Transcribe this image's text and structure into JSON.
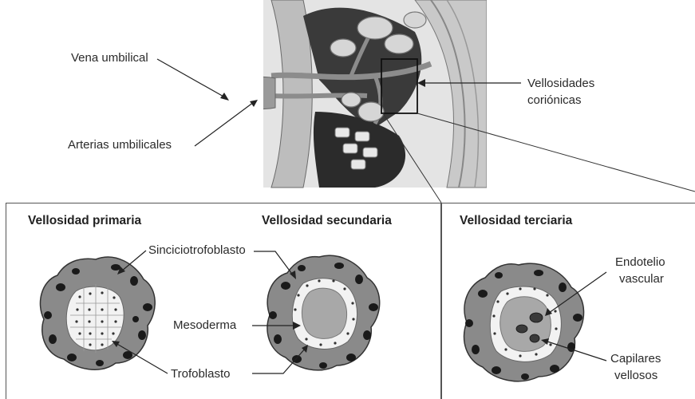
{
  "top_labels": {
    "vena": "Vena umbilical",
    "arterias": "Arterias umbilicales",
    "vellosidades_line1": "Vellosidades",
    "vellosidades_line2": "coriónicas"
  },
  "panels": {
    "primaria": "Vellosidad primaria",
    "secundaria": "Vellosidad secundaria",
    "terciaria": "Vellosidad terciaria"
  },
  "bottom_labels": {
    "sinciciotrofoblasto": "Sinciciotrofoblasto",
    "mesoderma": "Mesoderma",
    "trofoblasto": "Trofoblasto",
    "endotelio_line1": "Endotelio",
    "endotelio_line2": "vascular",
    "capilares_line1": "Capilares",
    "capilares_line2": "vellosos"
  },
  "colors": {
    "syncytium": "#8a8a8a",
    "spot": "#1a1a1a",
    "cell": "#f2f2f2",
    "mesoderm": "#a8a8a8",
    "placenta_wall": "#bdbdbd",
    "dark_space": "#2b2b2b"
  }
}
